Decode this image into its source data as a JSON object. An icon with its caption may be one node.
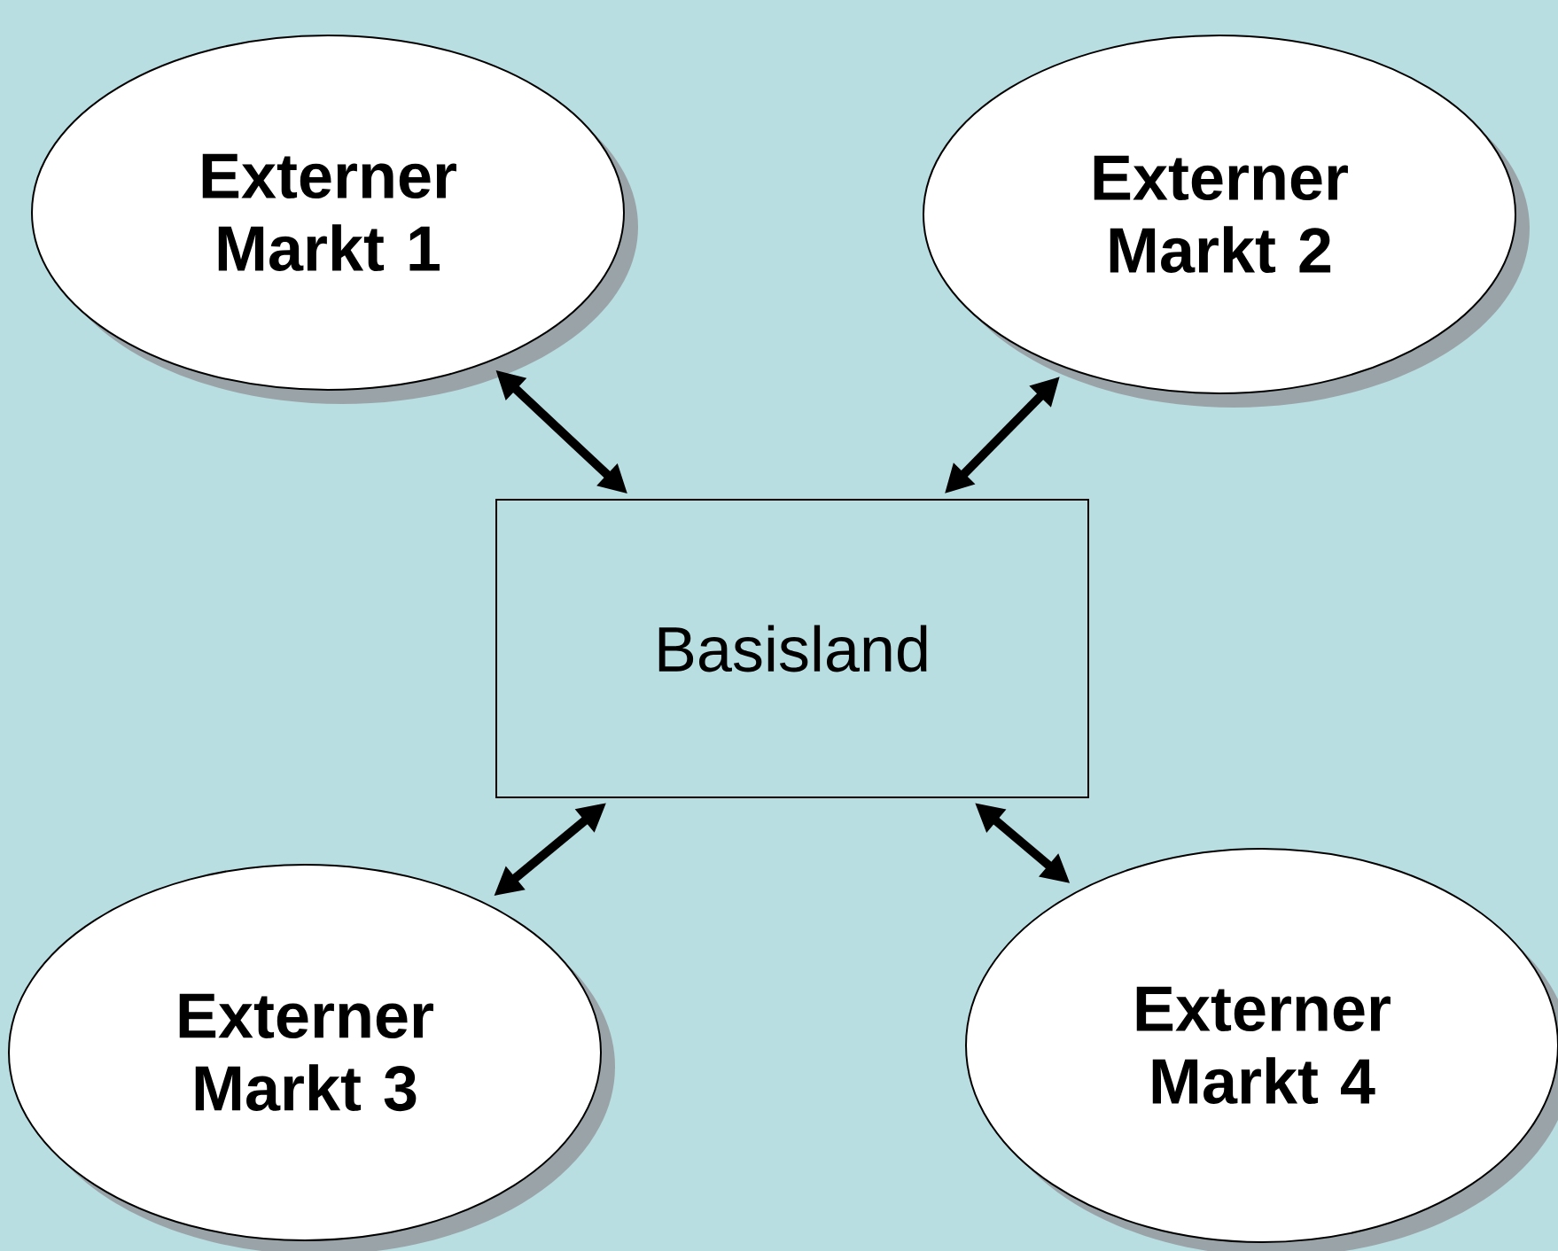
{
  "diagram": {
    "nodes": [
      {
        "text": [
          "Externer Markt 1"
        ]
      },
      {
        "text": [
          "Externer Markt 2"
        ]
      },
      {
        "text": [
          "Basisland"
        ]
      },
      {
        "text": [
          "Externer Markt 3"
        ]
      },
      {
        "text": [
          "Externer Markt 4"
        ]
      }
    ],
    "edges": [
      {
        "from": 2,
        "to": 0,
        "arrow": "both"
      },
      {
        "from": 2,
        "to": 1,
        "arrow": "both"
      },
      {
        "from": 2,
        "to": 3,
        "arrow": "both"
      },
      {
        "from": 2,
        "to": 4,
        "arrow": "both"
      }
    ]
  }
}
